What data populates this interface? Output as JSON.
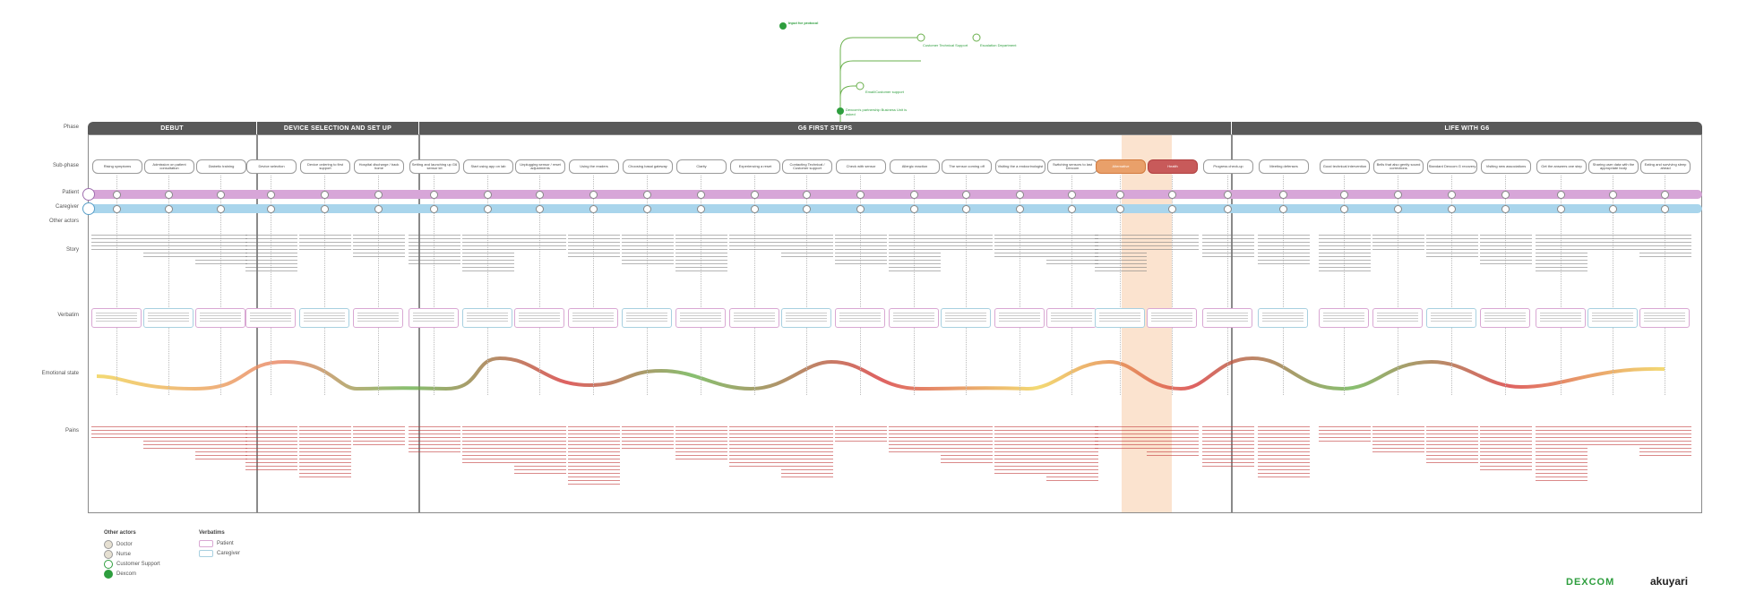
{
  "row_labels": {
    "phase": "Phase",
    "sub_phase": "Sub-phase",
    "patient": "Patient",
    "caregiver": "Caregiver",
    "other_actors": "Other actors",
    "story": "Story",
    "verbatim": "Verbatim",
    "emotional_state": "Emotional state",
    "pains": "Pains"
  },
  "phases": [
    "DEBUT",
    "DEVICE SELECTION AND SET UP",
    "G6 FIRST STEPS",
    "LIFE WITH G6"
  ],
  "stages": [
    "Rising symptoms",
    "Admission on patient consultation",
    "Diabetic training",
    "Device selection",
    "Device ordering to first support",
    "Hospital discharge / back home",
    "Setting and launching up G6 sensor kit",
    "Start using app on lab",
    "Unplugging sensor / reset adjustments",
    "Using the readers",
    "Choosing basal gateway",
    "Clarity",
    "Experiencing a reset",
    "Contacting Technical / Customer support",
    "Check with sensor",
    "Allergic reaction",
    "The sensor coming off",
    "Visiting the a endocrinologist",
    "Switching sensors to last Dexcom",
    "Alternative",
    "Health",
    "Progress check-up",
    "Meeting defenses",
    "Good technical intervention",
    "Bells that also gently sound corrections",
    "Standard Dexcom G recovery",
    "Visiting new associations",
    "Get the answers one step",
    "Sharing user data with the appropriate body",
    "Eating and surviving sleep ahead"
  ],
  "support_branch": {
    "title": "Input for protocol",
    "nodes": [
      "Customer Technical Support",
      "Escalation Department",
      "Email/Customer support",
      "Dexcom's partnership Business Unit is asked"
    ]
  },
  "legend": {
    "other_actors_title": "Other actors",
    "actors": [
      "Doctor",
      "Nurse",
      "Customer Support",
      "Dexcom"
    ],
    "verbatims_title": "Verbatims",
    "verbatims": [
      "Patient",
      "Caregiver"
    ]
  },
  "brands": {
    "left": "DEXCOM",
    "right": "akuyari"
  },
  "colors": {
    "patient_track": "#d7a6d8",
    "caregiver_track": "#a9d5ec",
    "phase_header": "#595959",
    "pain_text": "#c23a3a",
    "positive": "#6ab04c",
    "negative": "#d63a3a",
    "neutral": "#f0d050",
    "highlight_column": "#fbe3cf"
  }
}
